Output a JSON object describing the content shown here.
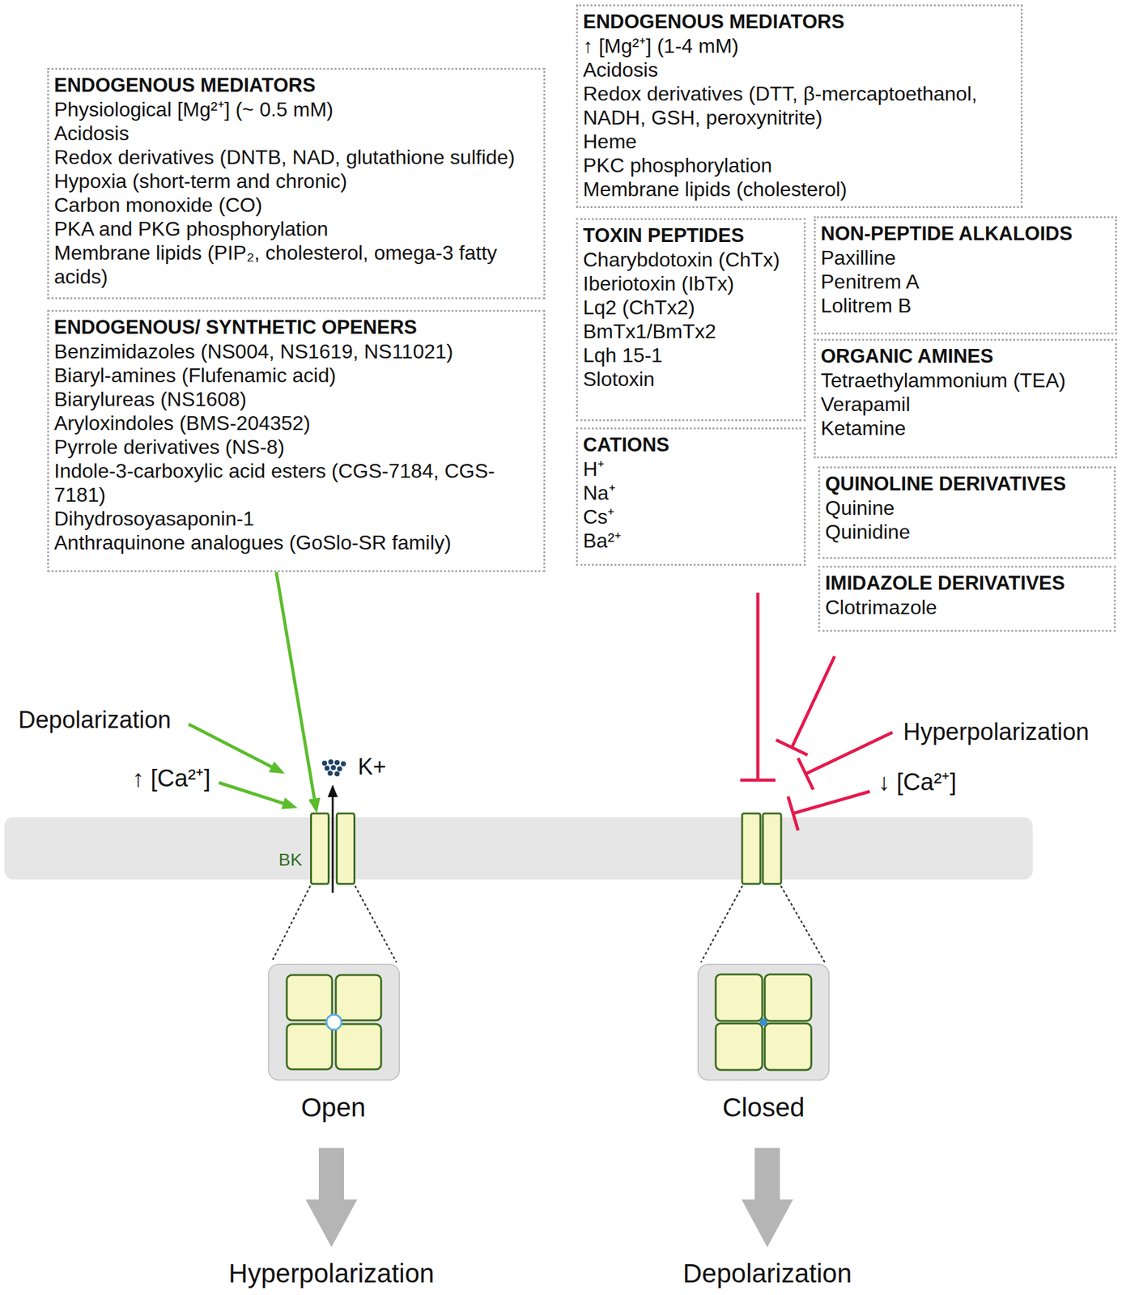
{
  "diagram": {
    "nodes": [
      {
        "text": [
          "ENDOGENOUS MEDIATORS",
          "Physiological [Mg²⁺] (~ 0.5 mM)",
          "Acidosis",
          "Redox derivatives (DNTB, NAD, glutathione sulfide)",
          "Hypoxia (short-term and chronic)",
          "Carbon monoxide (CO)",
          "PKA and PKG phosphorylation",
          "Membrane lipids (PIP₂, cholesterol, omega-3 fatty acids)"
        ]
      },
      {
        "text": [
          "ENDOGENOUS/ SYNTHETIC OPENERS",
          "Benzimidazoles (NS004, NS1619, NS11021)",
          "Biaryl-amines (Flufenamic acid)",
          "Biarylureas (NS1608)",
          "Aryloxindoles (BMS-204352)",
          "Pyrrole derivatives (NS-8)",
          "Indole-3-carboxylic acid esters (CGS-7184, CGS-7181)",
          "Dihydrosoyasaponin-1",
          "Anthraquinone analogues (GoSlo-SR family)"
        ]
      },
      {
        "text": [
          "ENDOGENOUS MEDIATORS",
          "↑ [Mg²⁺] (1-4 mM)",
          "Acidosis",
          "Redox derivatives (DTT, β-mercaptoethanol, NADH, GSH, peroxynitrite)",
          "Heme",
          "PKC phosphorylation",
          "Membrane lipids (cholesterol)"
        ]
      },
      {
        "text": [
          "TOXIN PEPTIDES",
          "Charybdotoxin (ChTx)",
          "Iberiotoxin (IbTx)",
          "Lq2 (ChTx2)",
          "BmTx1/BmTx2",
          "Lqh 15-1",
          "Slotoxin"
        ]
      },
      {
        "text": [
          "NON-PEPTIDE ALKALOIDS",
          "Paxilline",
          "Penitrem A",
          "Lolitrem B"
        ]
      },
      {
        "text": [
          "ORGANIC AMINES",
          "Tetraethylammonium (TEA)",
          "Verapamil",
          "Ketamine"
        ]
      },
      {
        "text": [
          "CATIONS",
          "H⁺",
          "Na⁺",
          "Cs⁺",
          "Ba²⁺"
        ]
      },
      {
        "text": [
          "QUINOLINE DERIVATIVES",
          "Quinine",
          "Quinidine"
        ]
      },
      {
        "text": [
          "IMIDAZOLE DERIVATIVES",
          "Clotrimazole"
        ]
      },
      {
        "text": [
          "BK"
        ]
      }
    ],
    "edges": [
      {
        "from": 1,
        "to": 9,
        "arrow": "to"
      }
    ],
    "labels": [
      "Depolarization",
      "↑ [Ca²⁺]",
      "K+",
      "Hyperpolarization",
      "↓ [Ca²⁺]",
      "Open",
      "Closed",
      "Hyperpolarization",
      "Depolarization"
    ]
  }
}
